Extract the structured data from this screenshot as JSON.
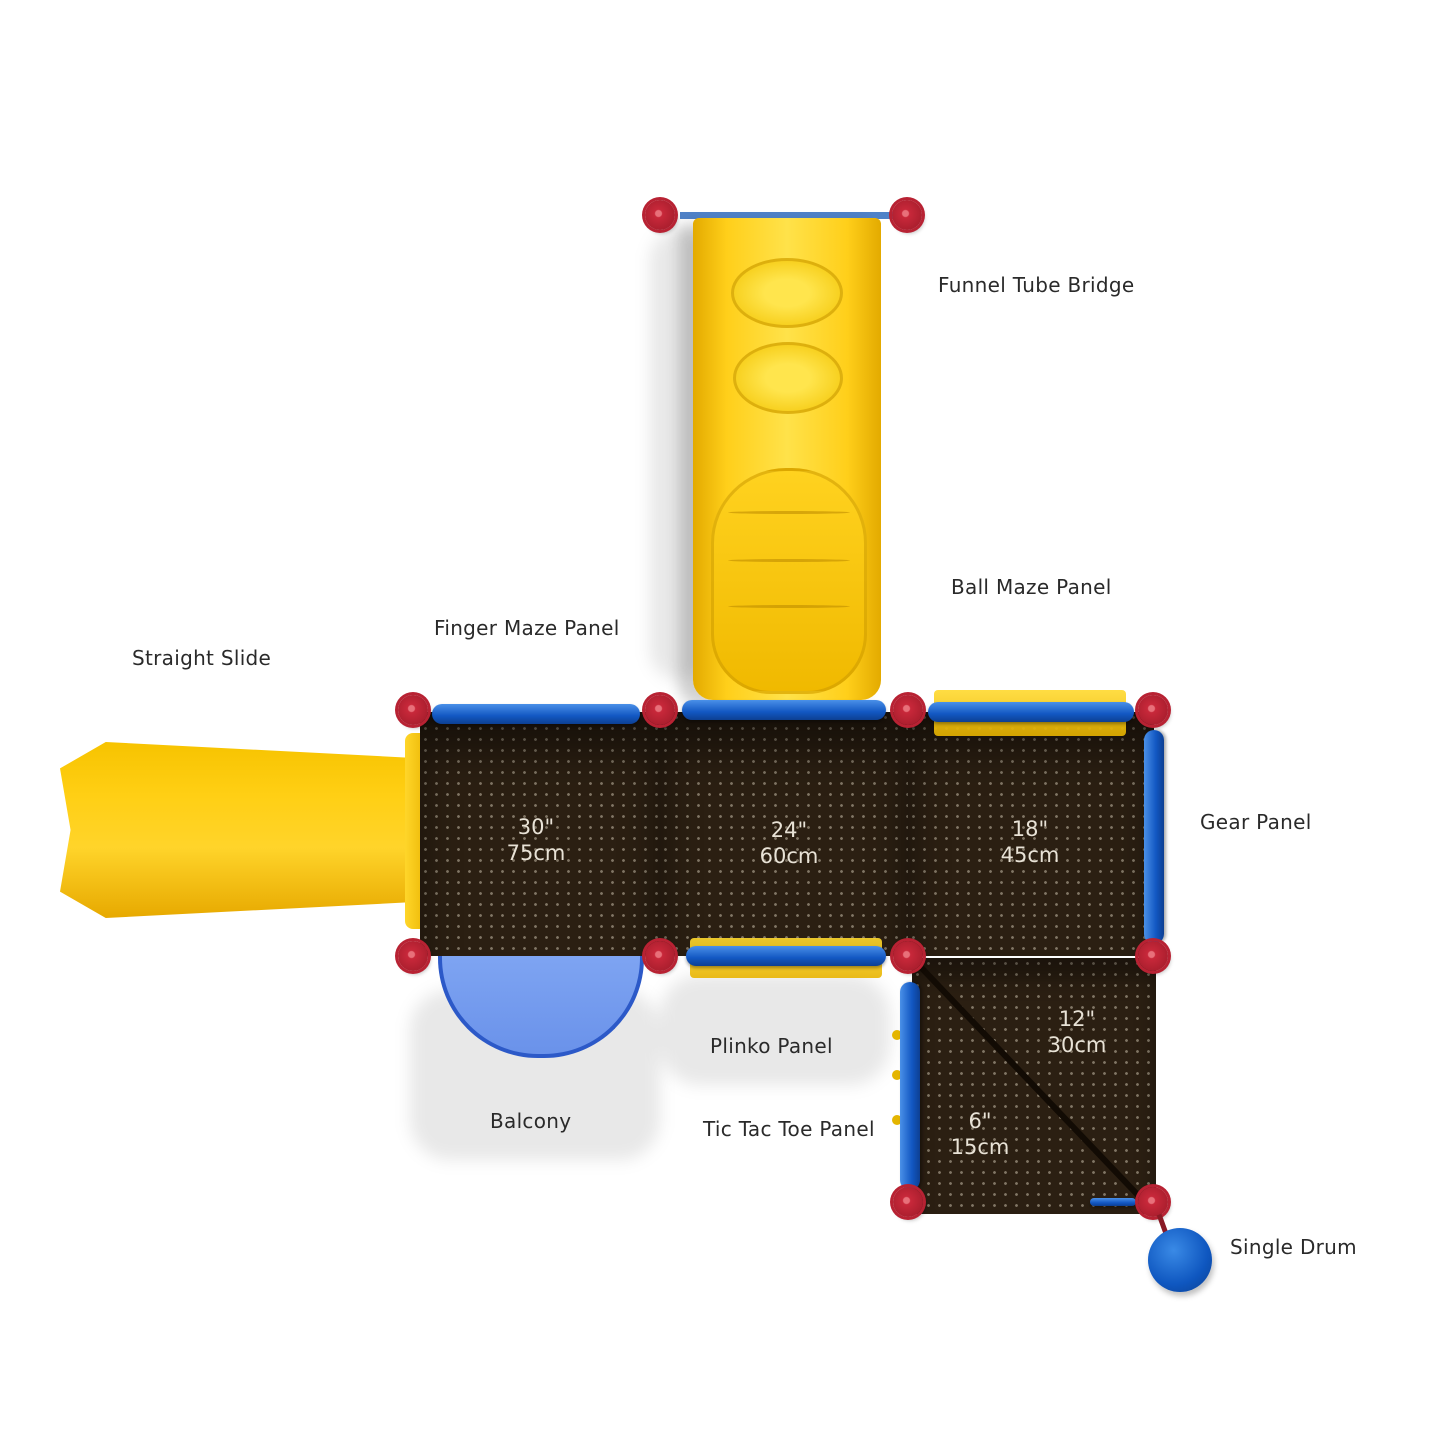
{
  "diagram": {
    "type": "playground-structure-top-view",
    "colors": {
      "deck": "#2b1f12",
      "rail_blue": "#1257c2",
      "post_red": "#c8283a",
      "slide_yellow": "#ffcf14",
      "balcony_blue": "#7ea4f2",
      "label_text": "#2a2a2a",
      "dimension_text": "#e8e2d6"
    },
    "labels": {
      "funnel_tube_bridge": "Funnel Tube Bridge",
      "ball_maze_panel": "Ball Maze Panel",
      "finger_maze_panel": "Finger Maze Panel",
      "straight_slide": "Straight Slide",
      "gear_panel": "Gear Panel",
      "plinko_panel": "Plinko Panel",
      "balcony": "Balcony",
      "tic_tac_toe_panel": "Tic Tac Toe Panel",
      "single_drum": "Single Drum"
    },
    "decks": [
      {
        "height_in": "30\"",
        "height_cm": "75cm"
      },
      {
        "height_in": "24\"",
        "height_cm": "60cm"
      },
      {
        "height_in": "18\"",
        "height_cm": "45cm"
      },
      {
        "height_in": "12\"",
        "height_cm": "30cm"
      },
      {
        "height_in": "6\"",
        "height_cm": "15cm"
      }
    ]
  }
}
